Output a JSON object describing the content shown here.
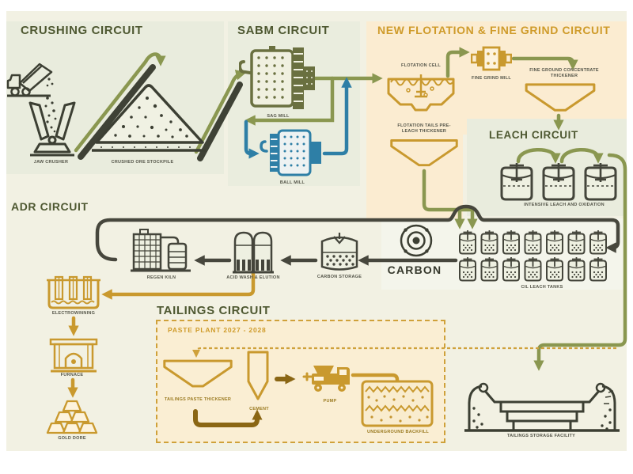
{
  "circuits": {
    "crushing": {
      "title": "CRUSHING CIRCUIT",
      "labels": {
        "jaw_crusher": "JAW CRUSHER",
        "stockpile": "CRUSHED ORE STOCKPILE"
      }
    },
    "sabm": {
      "title": "SABM CIRCUIT",
      "labels": {
        "sag_mill": "SAG MILL",
        "ball_mill": "BALL MILL"
      }
    },
    "flotation": {
      "title": "NEW FLOTATION & FINE GRIND CIRCUIT",
      "labels": {
        "flotation_cell": "FLOTATION CELL",
        "fine_grind_mill": "FINE GRIND MILL",
        "fine_ground_concentrate_thickener": "FINE GROUND CONCENTRATE THICKENER",
        "flotation_tails_pre_leach_thickener": "FLOTATION TAILS PRE-LEACH THICKENER"
      }
    },
    "leach": {
      "title": "LEACH CIRCUIT",
      "labels": {
        "intensive_leach_and_oxidation": "INTENSIVE LEACH AND OXIDATION"
      }
    },
    "adr": {
      "title": "ADR CIRCUIT",
      "labels": {
        "regen_kiln": "REGEN KILN",
        "acid_wash_elution": "ACID WASH & ELUTION",
        "carbon_storage": "CARBON STORAGE",
        "carbon": "CARBON",
        "cil_leach_tanks": "CIL LEACH TANKS",
        "electrowinning": "ELECTROWINNING",
        "furnace": "FURNACE",
        "gold_dore": "GOLD DORE"
      }
    },
    "tailings": {
      "title": "TAILINGS CIRCUIT",
      "subtitle": "PASTE PLANT 2027 - 2028",
      "labels": {
        "tailings_paste_thickener": "TAILINGS PASTE THICKENER",
        "cement": "CEMENT",
        "pump": "PUMP",
        "underground_backfill": "UNDERGROUND BACKFILL",
        "tailings_storage_facility": "TAILINGS STORAGE FACILITY"
      }
    }
  },
  "colors": {
    "background": "#f2f1e3",
    "panel_green": "#e9ecdd",
    "panel_peach": "#fbecd1",
    "title_green": "#4e5831",
    "title_gold": "#cf9b2a",
    "olive_flow": "#8a9750",
    "blue_flow": "#2e7fa6",
    "carbon_flow": "#47473d",
    "gold_flow": "#c9992e",
    "dark_gold_flow": "#8a6614"
  }
}
